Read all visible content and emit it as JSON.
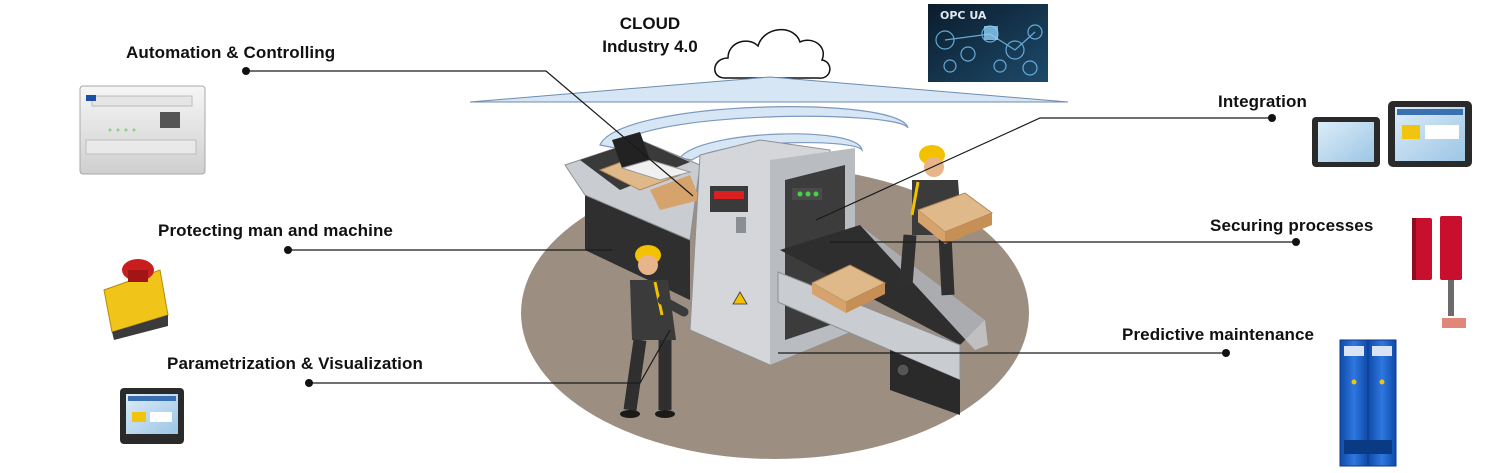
{
  "cloud": {
    "title": "CLOUD",
    "subtitle": "Industry 4.0"
  },
  "opc_badge": "OPC UA",
  "labels": {
    "automation": "Automation & Controlling",
    "protecting": "Protecting man and machine",
    "parametrization": "Parametrization & Visualization",
    "integration": "Integration",
    "securing": "Securing processes",
    "predictive": "Predictive maintenance"
  },
  "colors": {
    "floor": "#9c8f82",
    "conveyor_gray": "#c9ccd0",
    "belt": "#2e2e2e",
    "worker_helmet": "#f2c200",
    "worker_suit": "#3b3b3b",
    "box": "#e0b98a",
    "cloud_wave": "#d7e6f4",
    "leader_line": "#1a1a1a",
    "stop_button_red": "#c81e1e",
    "stop_button_yellow": "#f0c419",
    "sensor_red": "#c8102e",
    "module_blue": "#1f5fbf"
  }
}
